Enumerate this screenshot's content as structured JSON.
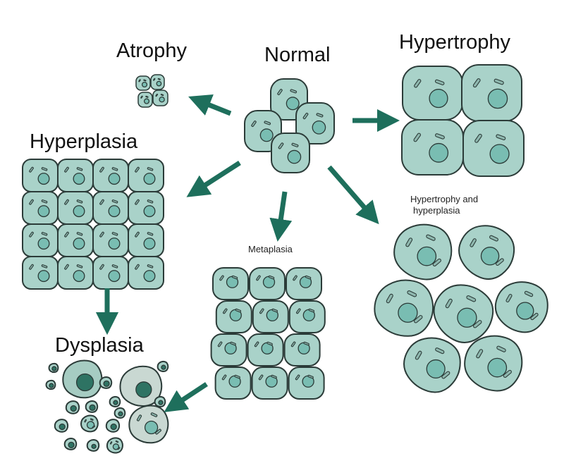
{
  "labels": {
    "normal": "Normal",
    "atrophy": "Atrophy",
    "hypertrophy": "Hypertrophy",
    "hyperplasia": "Hyperplasia",
    "dysplasia": "Dysplasia",
    "metaplasia": "Metaplasia",
    "hypertrophy_hyperplasia_line1": "Hypertrophy and",
    "hypertrophy_hyperplasia_line2": "hyperplasia"
  },
  "colors": {
    "cell_fill": "#a9d2c9",
    "cell_stroke": "#2b3b38",
    "nucleus_fill": "#79bdb2",
    "arrow": "#1e6f5c",
    "dysplasia_dark": "#2e7363"
  }
}
